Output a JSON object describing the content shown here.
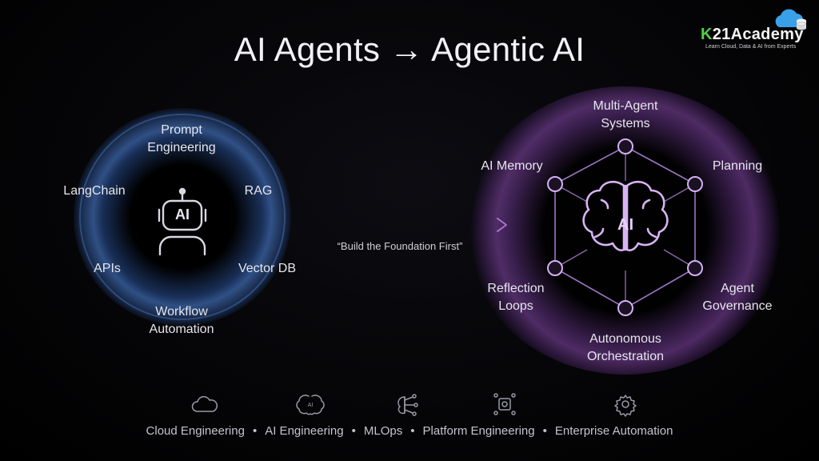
{
  "title": "AI Agents → Agentic AI",
  "logo": {
    "name_prefix": "K",
    "name_rest": "21Academy",
    "tagline": "Learn Cloud, Data & AI from Experts"
  },
  "left_cluster": {
    "center_icon": "robot-ai-icon",
    "center_text": "AI",
    "labels": {
      "top_line1": "Prompt",
      "top_line2": "Engineering",
      "left": "LangChain",
      "right": "RAG",
      "bottom_left": "APIs",
      "bottom_right": "Vector DB",
      "bottom_line1": "Workflow",
      "bottom_line2": "Automation"
    }
  },
  "arrow": {
    "caption": "“Build the Foundation First”"
  },
  "right_cluster": {
    "center_icon": "brain-ai-icon",
    "center_text": "AI",
    "labels": {
      "top_line1": "Multi-Agent",
      "top_line2": "Systems",
      "top_left": "AI Memory",
      "top_right": "Planning",
      "bottom_left_line1": "Reflection",
      "bottom_left_line2": "Loops",
      "bottom_right_line1": "Agent",
      "bottom_right_line2": "Governance",
      "bottom_line1": "Autonomous",
      "bottom_line2": "Orchestration"
    }
  },
  "footer": {
    "icons": [
      "cloud-icon",
      "ai-chip-icon",
      "neural-network-icon",
      "platform-icon",
      "gear-icon"
    ],
    "items": [
      "Cloud Engineering",
      "AI Engineering",
      "MLOps",
      "Platform Engineering",
      "Enterprise Automation"
    ]
  },
  "colors": {
    "left_glow": "#4a7fd0",
    "right_glow": "#b070e0",
    "accent_green": "#4fd04a"
  }
}
